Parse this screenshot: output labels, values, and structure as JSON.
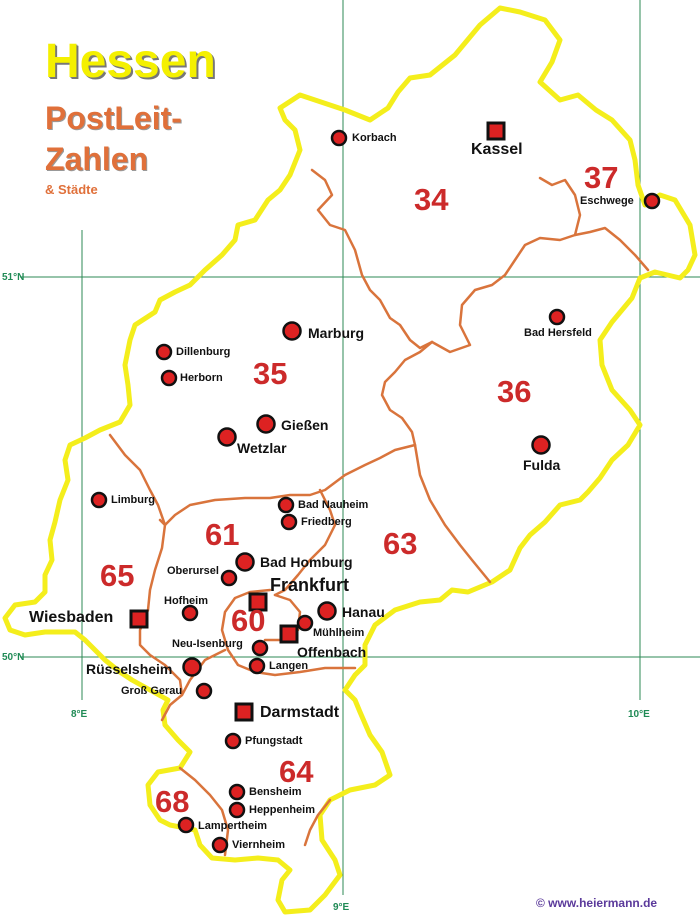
{
  "title": {
    "main": "Hessen",
    "line1": "PostLeit-",
    "line2": "Zahlen",
    "small": "& Städte"
  },
  "zip_codes": [
    "34",
    "35",
    "36",
    "37",
    "60",
    "61",
    "63",
    "65",
    "68",
    "64"
  ],
  "coords": {
    "lat51": "51°N",
    "lat50": "50°N",
    "lon8": "8°E",
    "lon9": "9°E",
    "lon10": "10°E"
  },
  "cities": {
    "korbach": "Korbach",
    "kassel": "Kassel",
    "eschwege": "Eschwege",
    "marburg": "Marburg",
    "dillenburg": "Dillenburg",
    "herborn": "Herborn",
    "giessen": "Gießen",
    "wetzlar": "Wetzlar",
    "bad_hersfeld": "Bad Hersfeld",
    "fulda": "Fulda",
    "limburg": "Limburg",
    "bad_nauheim": "Bad Nauheim",
    "friedberg": "Friedberg",
    "bad_homburg": "Bad Homburg",
    "oberursel": "Oberursel",
    "frankfurt": "Frankfurt",
    "hofheim": "Hofheim",
    "wiesbaden": "Wiesbaden",
    "hanau": "Hanau",
    "muehlheim": "Mühlheim",
    "neu_isenburg": "Neu-Isenburg",
    "offenbach": "Offenbach",
    "ruesselsheim": "Rüsselsheim",
    "langen": "Langen",
    "gross_gerau": "Groß Gerau",
    "darmstadt": "Darmstadt",
    "pfungstadt": "Pfungstadt",
    "bensheim": "Bensheim",
    "heppenheim": "Heppenheim",
    "lampertheim": "Lampertheim",
    "viernheim": "Viernheim"
  },
  "copyright": "© www.heiermann.de",
  "colors": {
    "border": "#f4ee1c",
    "zip_boundary": "#d9743c",
    "grid": "#2e8a55",
    "zip_text": "#cc2a2a",
    "marker_fill": "#dd2222"
  }
}
